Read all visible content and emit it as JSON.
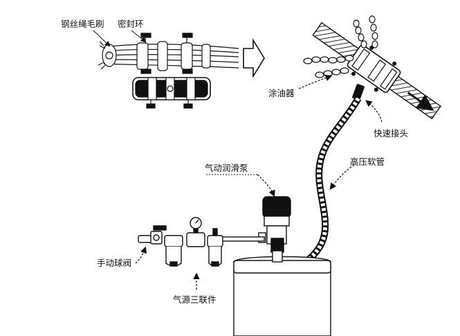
{
  "labels": {
    "wire_rope_brush": "钢丝绳毛刷",
    "seal_ring": "密封环",
    "oiler": "涂油器",
    "quick_connector": "快速接头",
    "high_pressure_hose": "高压软管",
    "pneumatic_lube_pump": "气动润滑泵",
    "manual_ball_valve": "手动球阀",
    "air_source_triplet": "气源三联件"
  }
}
